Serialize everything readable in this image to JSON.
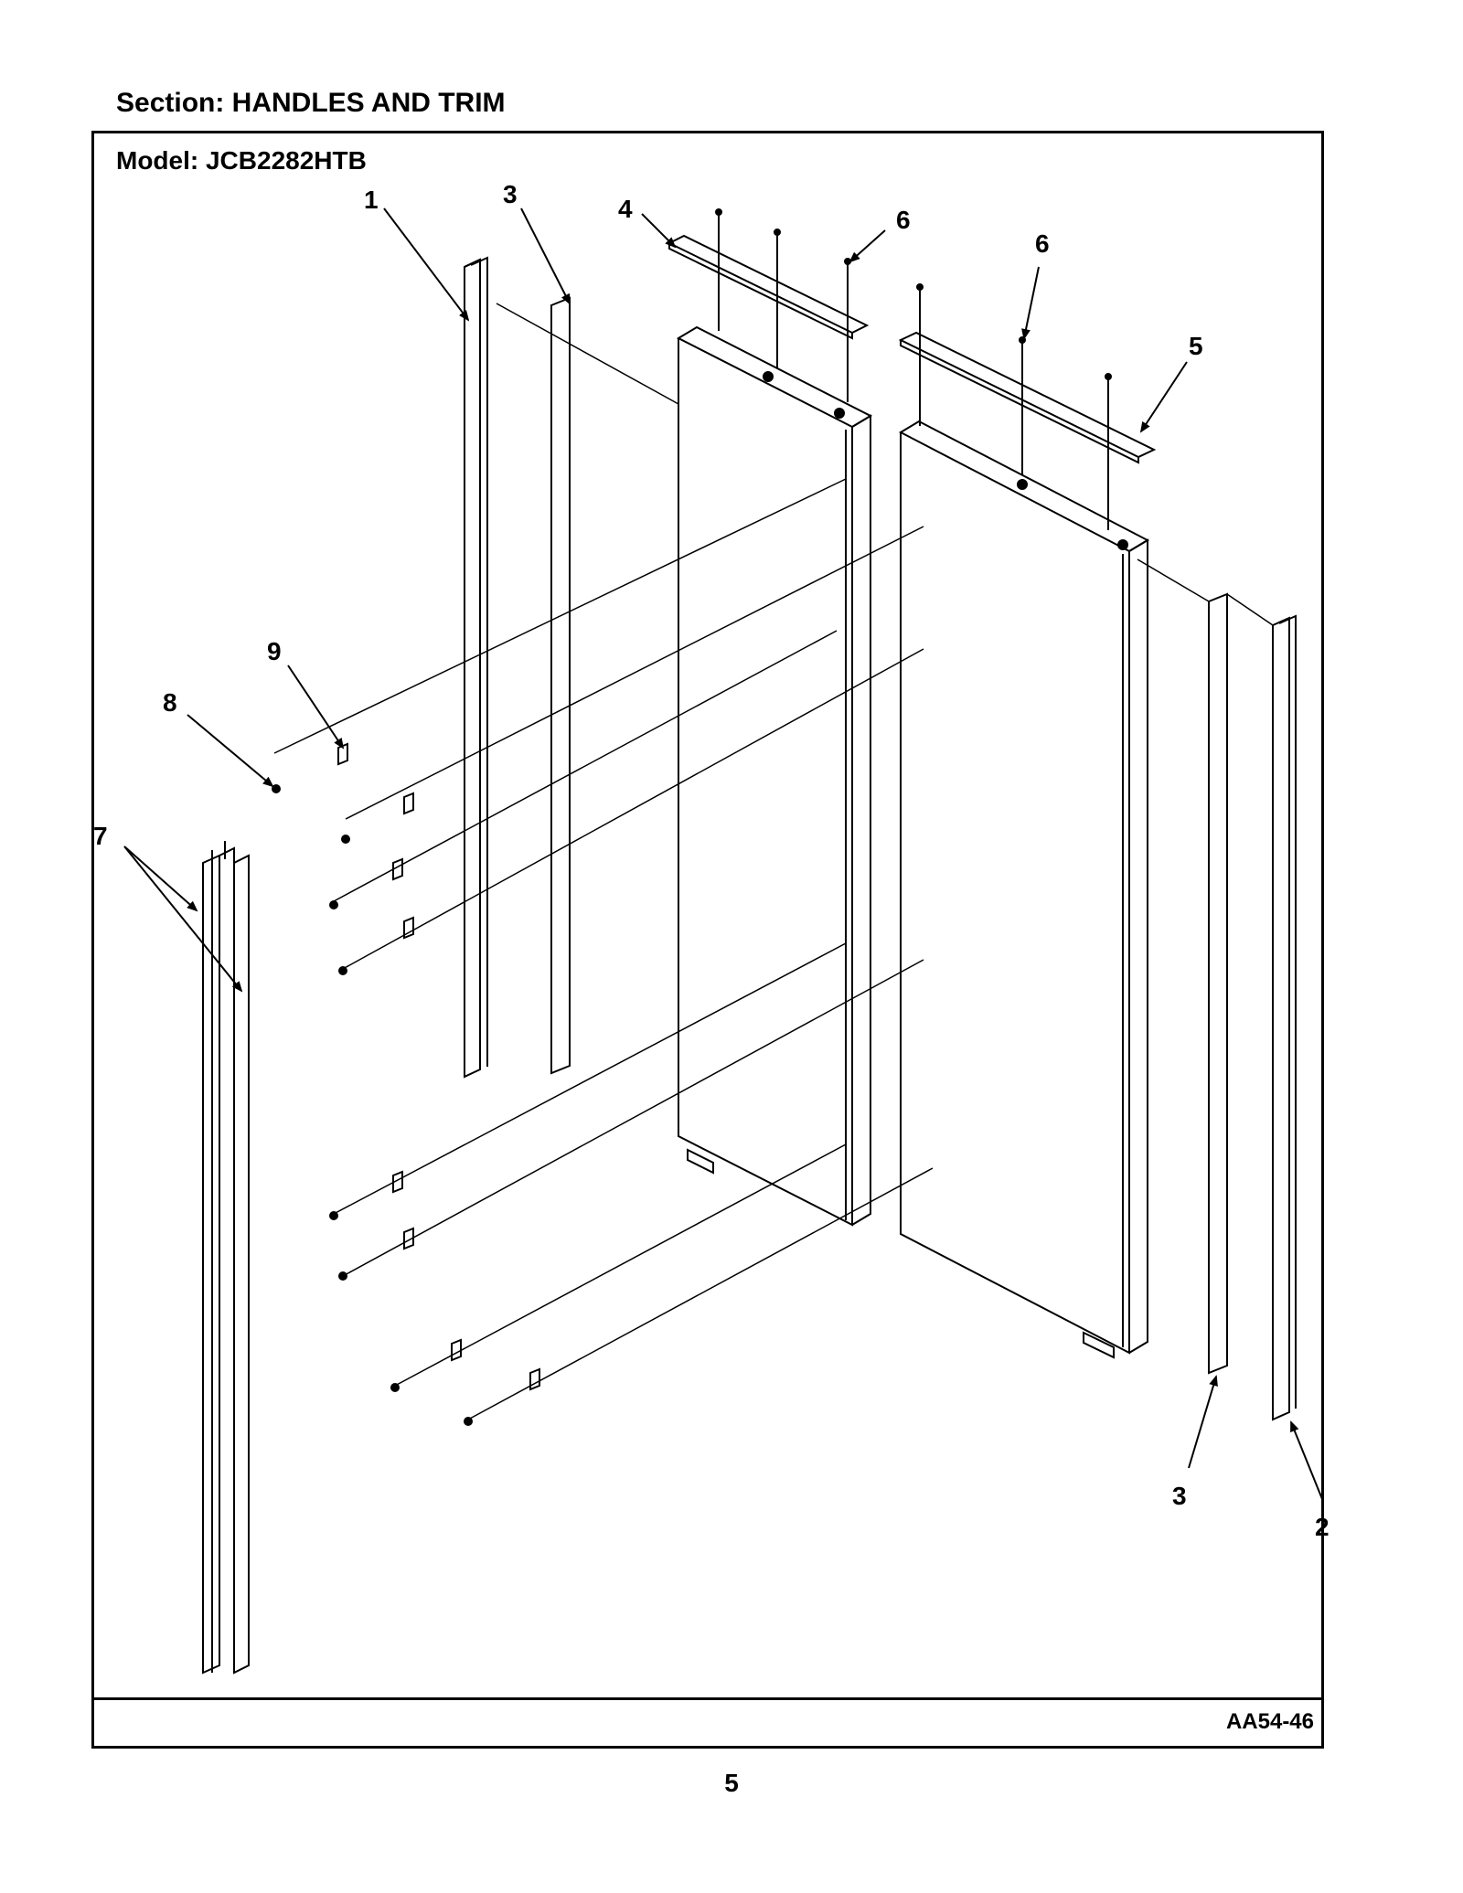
{
  "header": {
    "section_label": "Section:  HANDLES AND TRIM"
  },
  "frame": {
    "model_label": "Model:  JCB2282HTB",
    "drawing_code": "AA54-46"
  },
  "footer": {
    "page_number": "5"
  },
  "callouts": {
    "c1": "1",
    "c2": "2",
    "c3a": "3",
    "c3b": "3",
    "c4": "4",
    "c5": "5",
    "c6a": "6",
    "c6b": "6",
    "c7": "7",
    "c8": "8",
    "c9": "9"
  }
}
